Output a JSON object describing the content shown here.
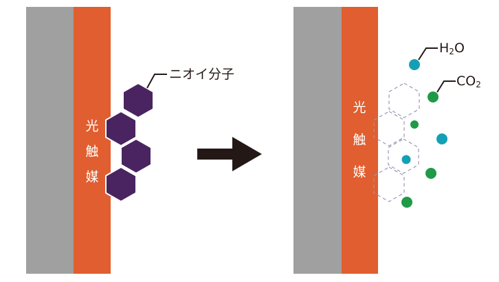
{
  "colors": {
    "substrate": "#9fa09f",
    "photocatalyst": "#e05e2f",
    "odor_molecule": "#4a2460",
    "water": "#14a0b4",
    "co2": "#1f9a48",
    "arrow": "#231815",
    "dashed_hex": "#9d95b5"
  },
  "left_panel": {
    "catalyst_label": [
      "光",
      "触",
      "媒"
    ],
    "callout": "ニオイ分子"
  },
  "arrow": {
    "direction": "right"
  },
  "right_panel": {
    "catalyst_label": [
      "光",
      "触",
      "媒"
    ],
    "callouts": {
      "water": {
        "main": "H",
        "sub": "2",
        "tail": "O"
      },
      "co2": {
        "main": "CO",
        "sub": "2"
      }
    }
  }
}
